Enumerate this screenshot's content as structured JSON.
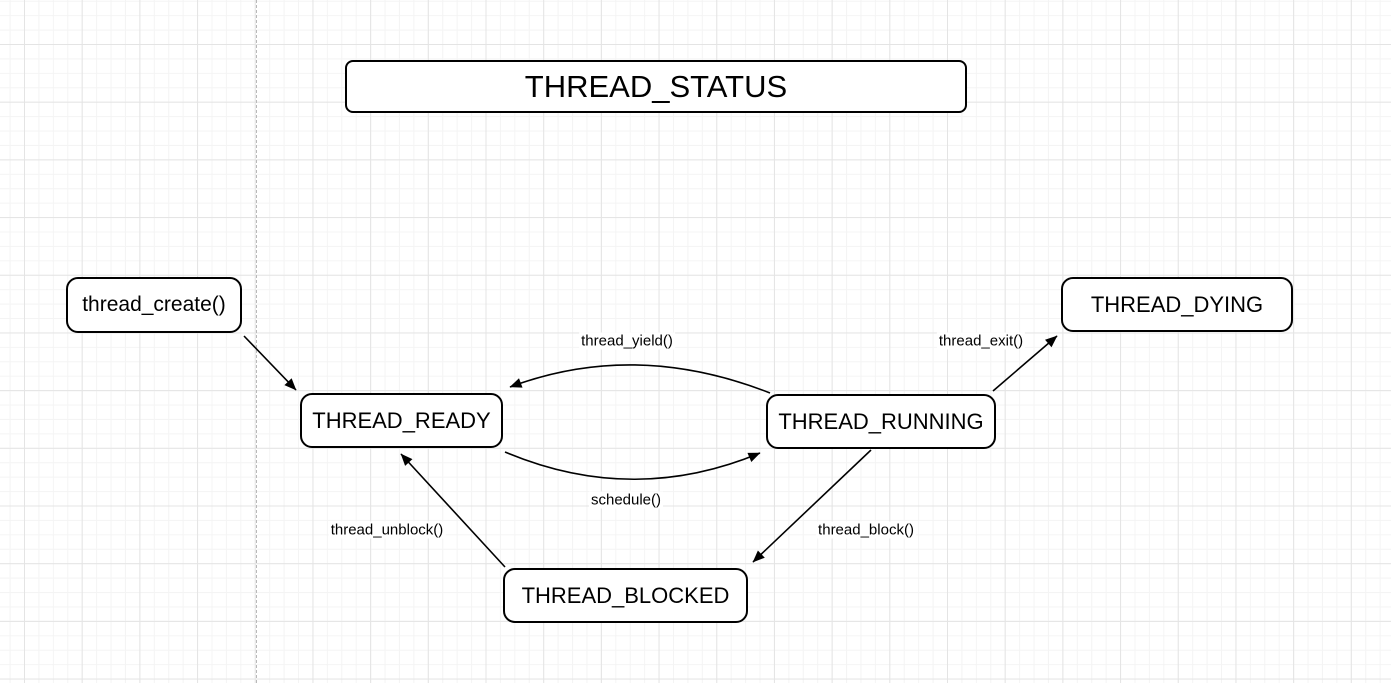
{
  "title": {
    "label": "THREAD_STATUS"
  },
  "nodes": [
    {
      "label": "thread_create()"
    },
    {
      "label": "THREAD_READY"
    },
    {
      "label": "THREAD_RUNNING"
    },
    {
      "label": "THREAD_DYING"
    },
    {
      "label": "THREAD_BLOCKED"
    }
  ],
  "edges": [
    {
      "from": "thread_create()",
      "to": "THREAD_READY",
      "label": ""
    },
    {
      "from": "THREAD_RUNNING",
      "to": "THREAD_READY",
      "label": "thread_yield()"
    },
    {
      "from": "THREAD_READY",
      "to": "THREAD_RUNNING",
      "label": "schedule()"
    },
    {
      "from": "THREAD_BLOCKED",
      "to": "THREAD_READY",
      "label": "thread_unblock()"
    },
    {
      "from": "THREAD_RUNNING",
      "to": "THREAD_BLOCKED",
      "label": "thread_block()"
    },
    {
      "from": "THREAD_RUNNING",
      "to": "THREAD_DYING",
      "label": "thread_exit()"
    }
  ],
  "colors": {
    "stroke": "#000000",
    "node_fill": "#ffffff",
    "text": "#000000",
    "grid_minor": "#f4f4f4",
    "grid_major": "#e4e4e4",
    "page_divider": "#b9b9b9",
    "background": "#ffffff"
  }
}
